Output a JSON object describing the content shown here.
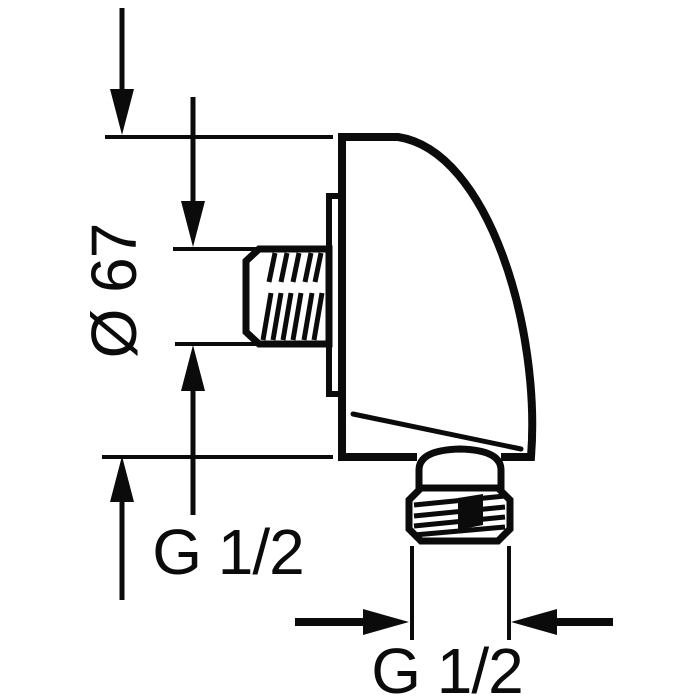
{
  "diagram": {
    "type": "technical-drawing",
    "subject": "wall elbow shower outlet, side view with dimensions",
    "background_color": "#ffffff",
    "line_color": "#0b0b0b",
    "dimensions": {
      "outer_diameter": {
        "label": "Ø 67",
        "orientation": "vertical-rotated"
      },
      "inlet_thread": {
        "label": "G 1/2",
        "orientation": "vertical"
      },
      "outlet_thread": {
        "label": "G 1/2",
        "orientation": "horizontal"
      }
    }
  }
}
